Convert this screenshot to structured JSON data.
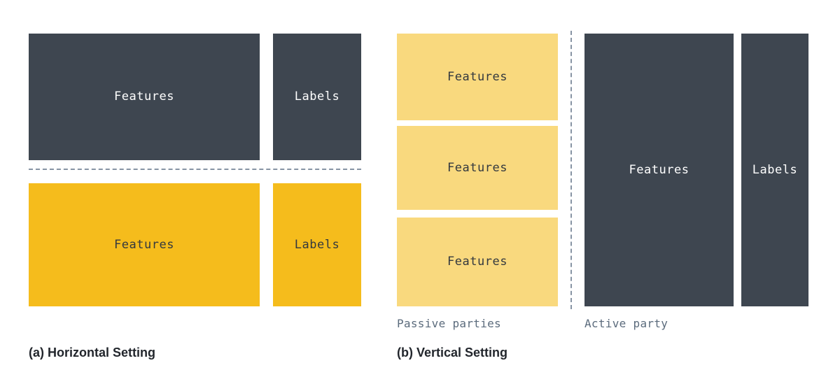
{
  "figure": {
    "colors": {
      "dark": "#3e4650",
      "gold": "#f5bc1c",
      "sand": "#f9d97e",
      "dash": "#8794a4",
      "annotation_text": "#5b6b7c",
      "caption_text": "#22262c",
      "background": "#ffffff"
    }
  },
  "panel_a": {
    "caption": "(a) Horizontal Setting",
    "top_party": {
      "features_label": "Features",
      "labels_label": "Labels"
    },
    "bottom_party": {
      "features_label": "Features",
      "labels_label": "Labels"
    }
  },
  "panel_b": {
    "caption": "(b) Vertical Setting",
    "passive_note": "Passive parties",
    "active_note": "Active party",
    "passive_blocks": [
      {
        "features_label": "Features"
      },
      {
        "features_label": "Features"
      },
      {
        "features_label": "Features"
      }
    ],
    "active_block": {
      "features_label": "Features",
      "labels_label": "Labels"
    }
  }
}
